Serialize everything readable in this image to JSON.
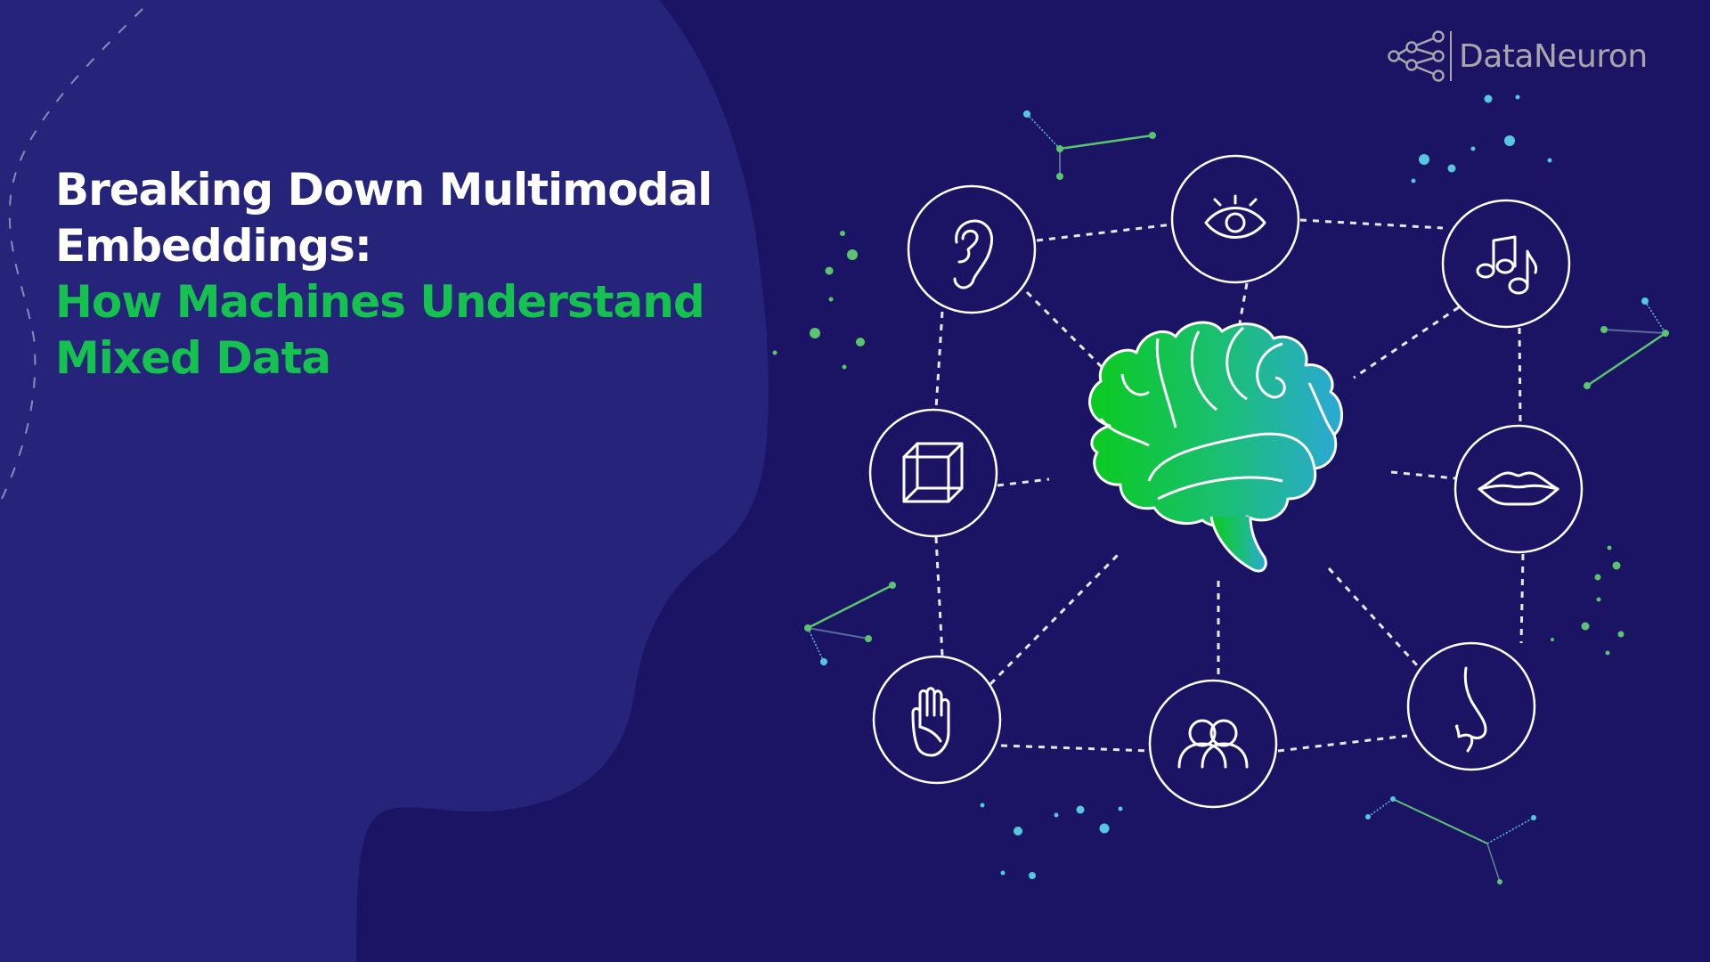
{
  "brand": {
    "logo_text": "DataNeuron",
    "logo_icon": "neural-network-icon",
    "logo_color": "#A6A6AC"
  },
  "headline": {
    "line1": "Breaking Down Multimodal",
    "line2": "Embeddings:",
    "line3": "How Machines Understand",
    "line4": "Mixed Data",
    "primary_color": "#FFFFFF",
    "accent_color": "#16C24F"
  },
  "colors": {
    "background": "#1B1464",
    "head_silhouette": "#25237A",
    "brain_gradient_start": "#0ACB1E",
    "brain_gradient_end": "#2BA8D6",
    "dot_green": "#5CC36E",
    "dot_cyan": "#55C8DD"
  },
  "diagram": {
    "center": "brain-icon",
    "nodes": [
      {
        "icon": "ear-icon",
        "label": "hearing"
      },
      {
        "icon": "eye-icon",
        "label": "vision"
      },
      {
        "icon": "music-notes-icon",
        "label": "audio"
      },
      {
        "icon": "cube-icon",
        "label": "3d-object"
      },
      {
        "icon": "lips-icon",
        "label": "taste"
      },
      {
        "icon": "hand-icon",
        "label": "touch"
      },
      {
        "icon": "people-icon",
        "label": "social"
      },
      {
        "icon": "nose-icon",
        "label": "smell"
      }
    ]
  }
}
